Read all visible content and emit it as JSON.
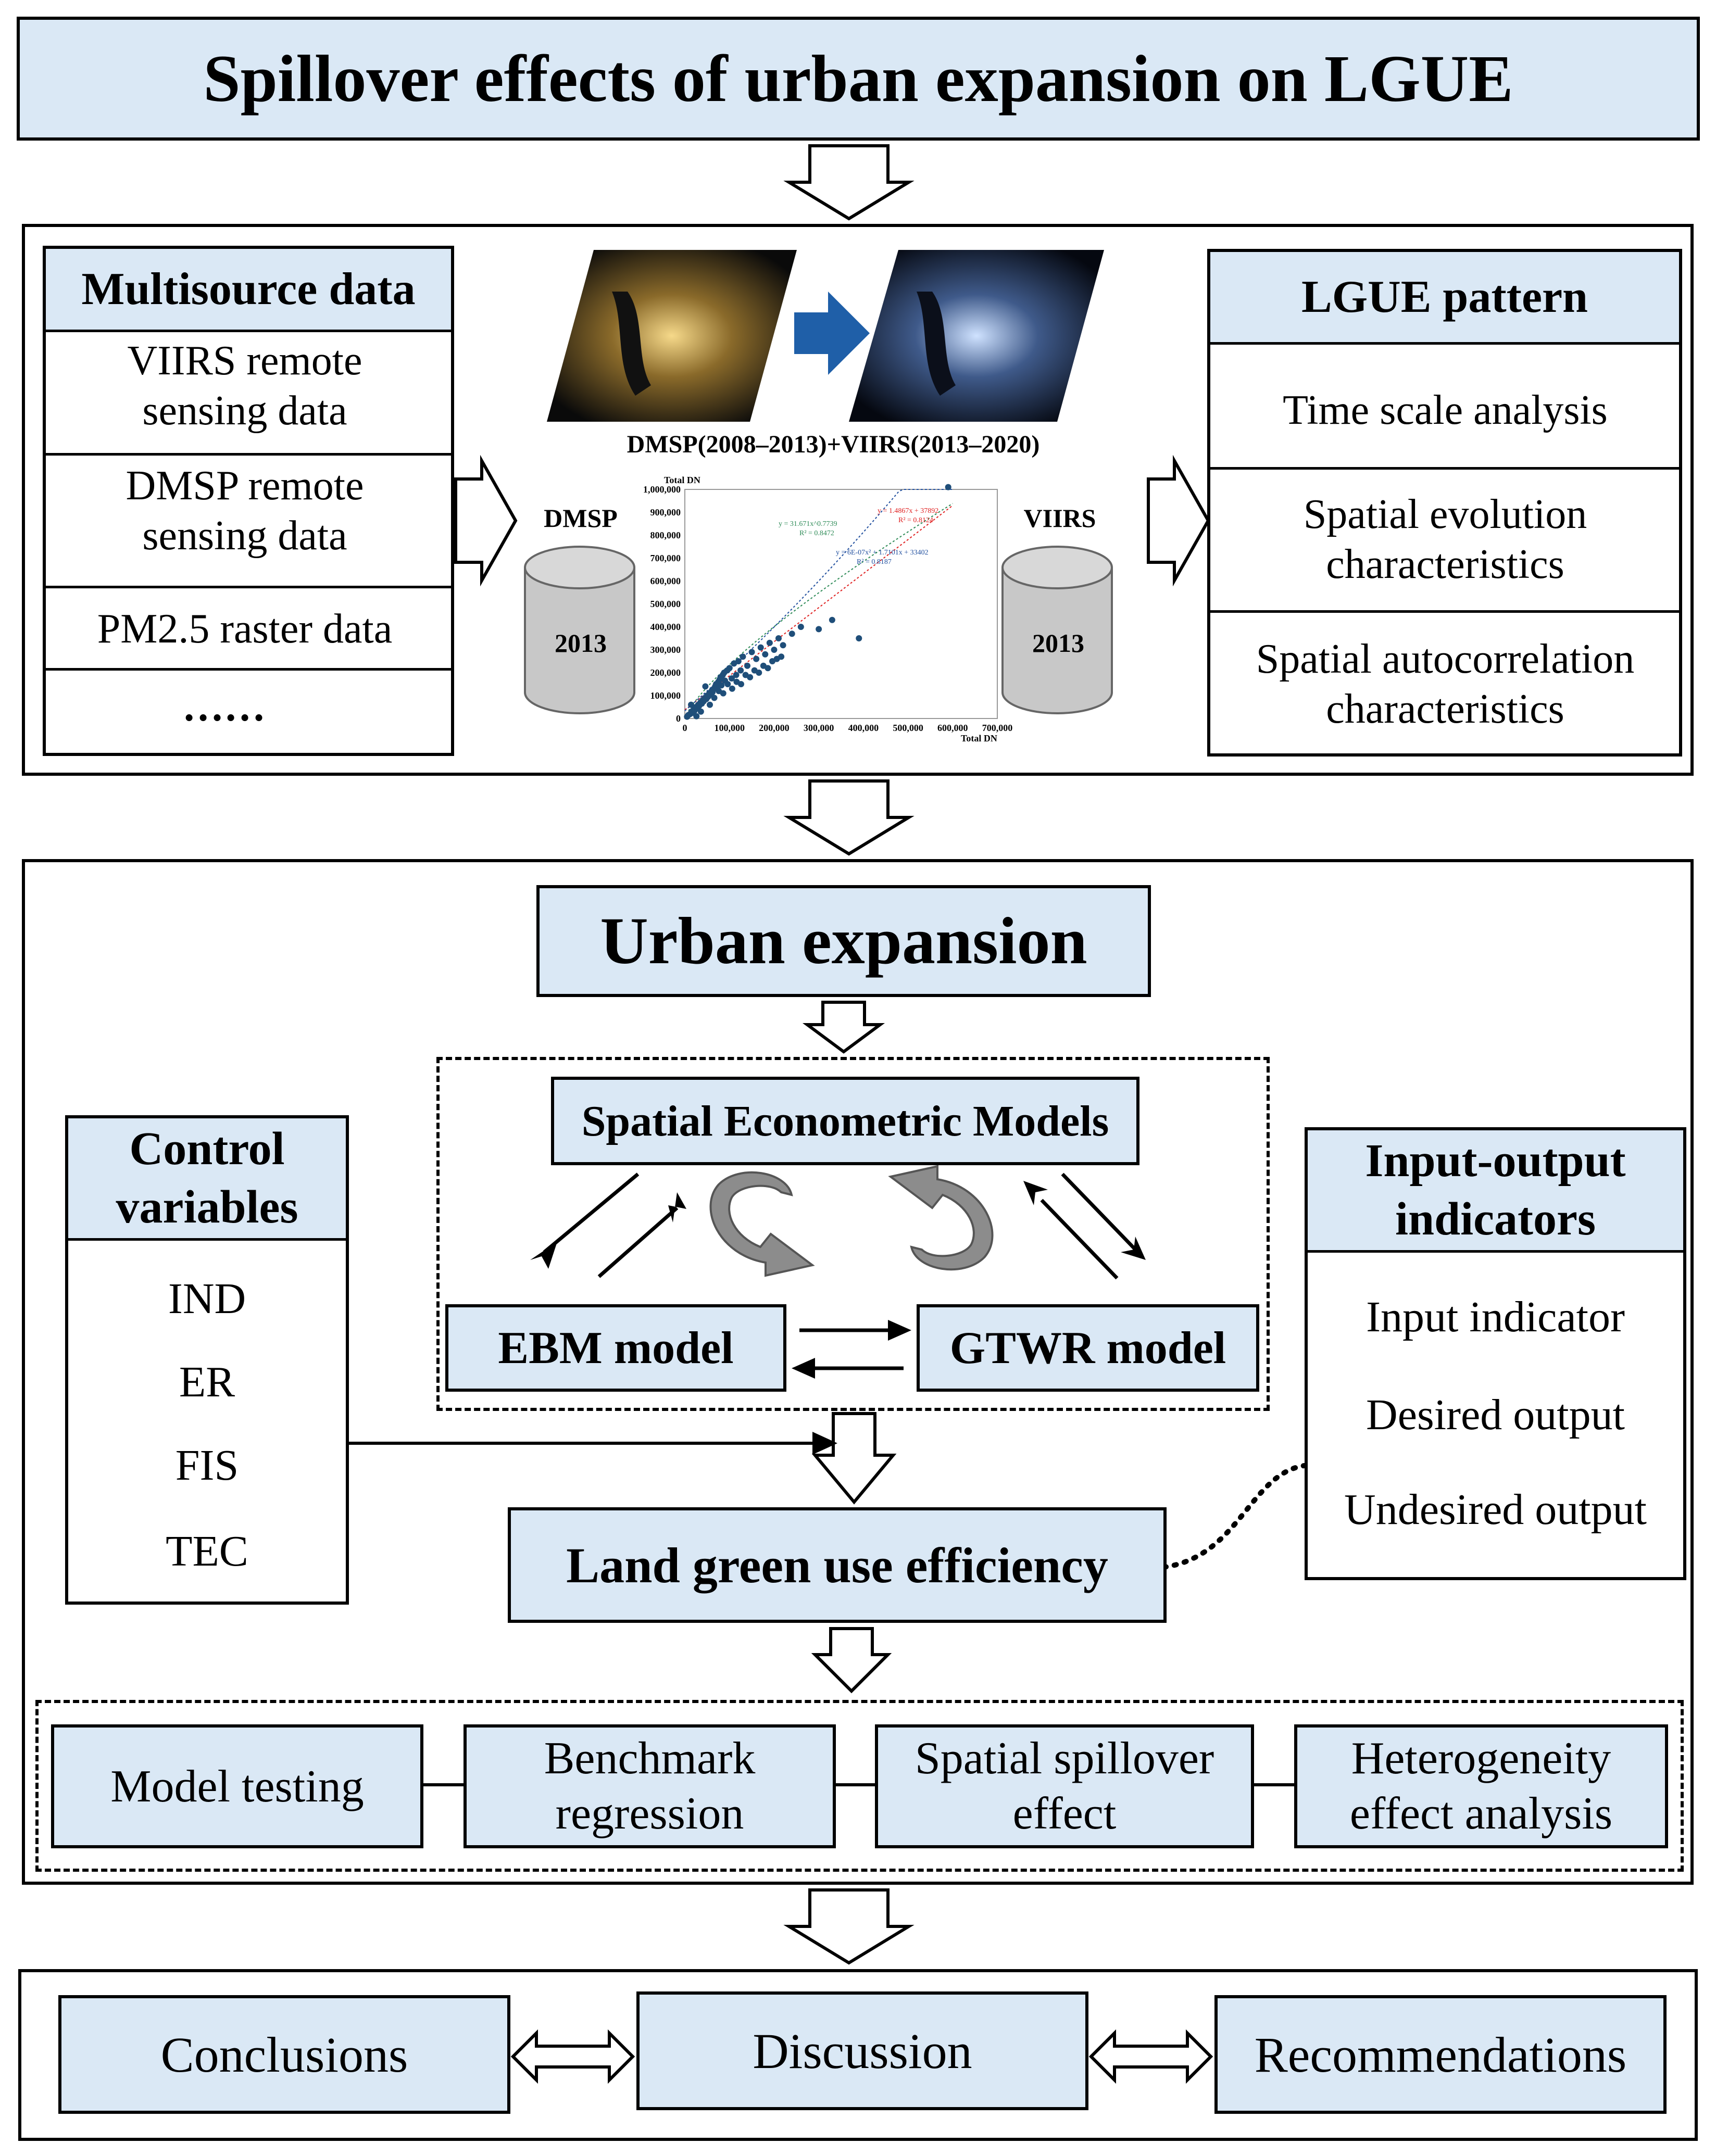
{
  "title": "Spillover effects of urban expansion on LGUE",
  "multisource": {
    "header": "Multisource data",
    "items": [
      "VIIRS remote sensing data",
      "DMSP remote sensing data",
      "PM2.5 raster data",
      "……"
    ]
  },
  "nightlight": {
    "caption": "DMSP(2008–2013)+VIIRS(2013–2020)",
    "left_label": "DMSP",
    "right_label": "VIIRS",
    "left_cyl_year": "2013",
    "right_cyl_year": "2013"
  },
  "chart_data": {
    "type": "scatter",
    "ylabel": "Total DN",
    "xlabel": "Total DN",
    "x_ticks": [
      "0",
      "100,000",
      "200,000",
      "300,000",
      "400,000",
      "500,000",
      "600,000",
      "700,000"
    ],
    "y_ticks": [
      "0",
      "100,000",
      "200,000",
      "300,000",
      "400,000",
      "500,000",
      "600,000",
      "700,000",
      "800,000",
      "900,000",
      "1,000,000"
    ],
    "xlim": [
      0,
      700000
    ],
    "ylim": [
      0,
      1000000
    ],
    "fits": [
      {
        "equation": "y = 31.671x^0.7739",
        "r2": "R² = 0.8472",
        "color": "#2e8b57"
      },
      {
        "equation": "y = 1.4867x + 37892",
        "r2": "R² = 0.8124",
        "color": "#e02020"
      },
      {
        "equation": "y = 6E-07x² + 1.7101x + 33402",
        "r2": "R² = 0.8187",
        "color": "#1f4e9e"
      }
    ],
    "points": [
      [
        5000,
        8000
      ],
      [
        8000,
        15000
      ],
      [
        12000,
        20000
      ],
      [
        15000,
        30000
      ],
      [
        18000,
        25000
      ],
      [
        20000,
        40000
      ],
      [
        22000,
        35000
      ],
      [
        25000,
        50000
      ],
      [
        28000,
        45000
      ],
      [
        30000,
        60000
      ],
      [
        32000,
        55000
      ],
      [
        35000,
        70000
      ],
      [
        38000,
        65000
      ],
      [
        40000,
        80000
      ],
      [
        42000,
        75000
      ],
      [
        45000,
        90000
      ],
      [
        48000,
        85000
      ],
      [
        50000,
        100000
      ],
      [
        52000,
        95000
      ],
      [
        55000,
        110000
      ],
      [
        58000,
        105000
      ],
      [
        60000,
        120000
      ],
      [
        62000,
        115000
      ],
      [
        65000,
        130000
      ],
      [
        68000,
        140000
      ],
      [
        70000,
        150000
      ],
      [
        72000,
        135000
      ],
      [
        75000,
        160000
      ],
      [
        78000,
        170000
      ],
      [
        80000,
        180000
      ],
      [
        82000,
        145000
      ],
      [
        85000,
        190000
      ],
      [
        88000,
        200000
      ],
      [
        90000,
        165000
      ],
      [
        95000,
        210000
      ],
      [
        100000,
        220000
      ],
      [
        105000,
        175000
      ],
      [
        110000,
        240000
      ],
      [
        115000,
        190000
      ],
      [
        120000,
        250000
      ],
      [
        125000,
        210000
      ],
      [
        130000,
        270000
      ],
      [
        140000,
        230000
      ],
      [
        150000,
        290000
      ],
      [
        160000,
        260000
      ],
      [
        170000,
        310000
      ],
      [
        180000,
        280000
      ],
      [
        190000,
        330000
      ],
      [
        200000,
        300000
      ],
      [
        210000,
        350000
      ],
      [
        220000,
        320000
      ],
      [
        240000,
        370000
      ],
      [
        260000,
        400000
      ],
      [
        300000,
        390000
      ],
      [
        330000,
        430000
      ],
      [
        390000,
        350000
      ],
      [
        590000,
        1010000
      ],
      [
        14000,
        60000
      ],
      [
        26000,
        10000
      ],
      [
        36000,
        30000
      ],
      [
        46000,
        140000
      ],
      [
        56000,
        60000
      ],
      [
        66000,
        90000
      ],
      [
        76000,
        120000
      ],
      [
        86000,
        110000
      ],
      [
        96000,
        150000
      ],
      [
        106000,
        130000
      ],
      [
        116000,
        160000
      ],
      [
        126000,
        150000
      ],
      [
        136000,
        190000
      ],
      [
        146000,
        180000
      ],
      [
        156000,
        210000
      ],
      [
        166000,
        200000
      ],
      [
        176000,
        230000
      ],
      [
        186000,
        220000
      ],
      [
        196000,
        250000
      ],
      [
        206000,
        260000
      ],
      [
        216000,
        270000
      ]
    ]
  },
  "lgue": {
    "header": "LGUE pattern",
    "items": [
      "Time scale analysis",
      "Spatial evolution characteristics",
      "Spatial autocorrelation characteristics"
    ]
  },
  "urban": {
    "title": "Urban expansion",
    "sem": "Spatial Econometric Models",
    "ebm": "EBM model",
    "gtwr": "GTWR model",
    "lgue_box": "Land green use efficiency"
  },
  "control": {
    "header": "Control variables",
    "items": [
      "IND",
      "ER",
      "FIS",
      "TEC"
    ]
  },
  "io": {
    "header": "Input-output indicators",
    "items": [
      "Input indicator",
      "Desired output",
      "Undesired output"
    ]
  },
  "steps": [
    "Model testing",
    "Benchmark regression",
    "Spatial spillover effect",
    "Heterogeneity effect analysis"
  ],
  "final": [
    "Conclusions",
    "Discussion",
    "Recommendations"
  ]
}
